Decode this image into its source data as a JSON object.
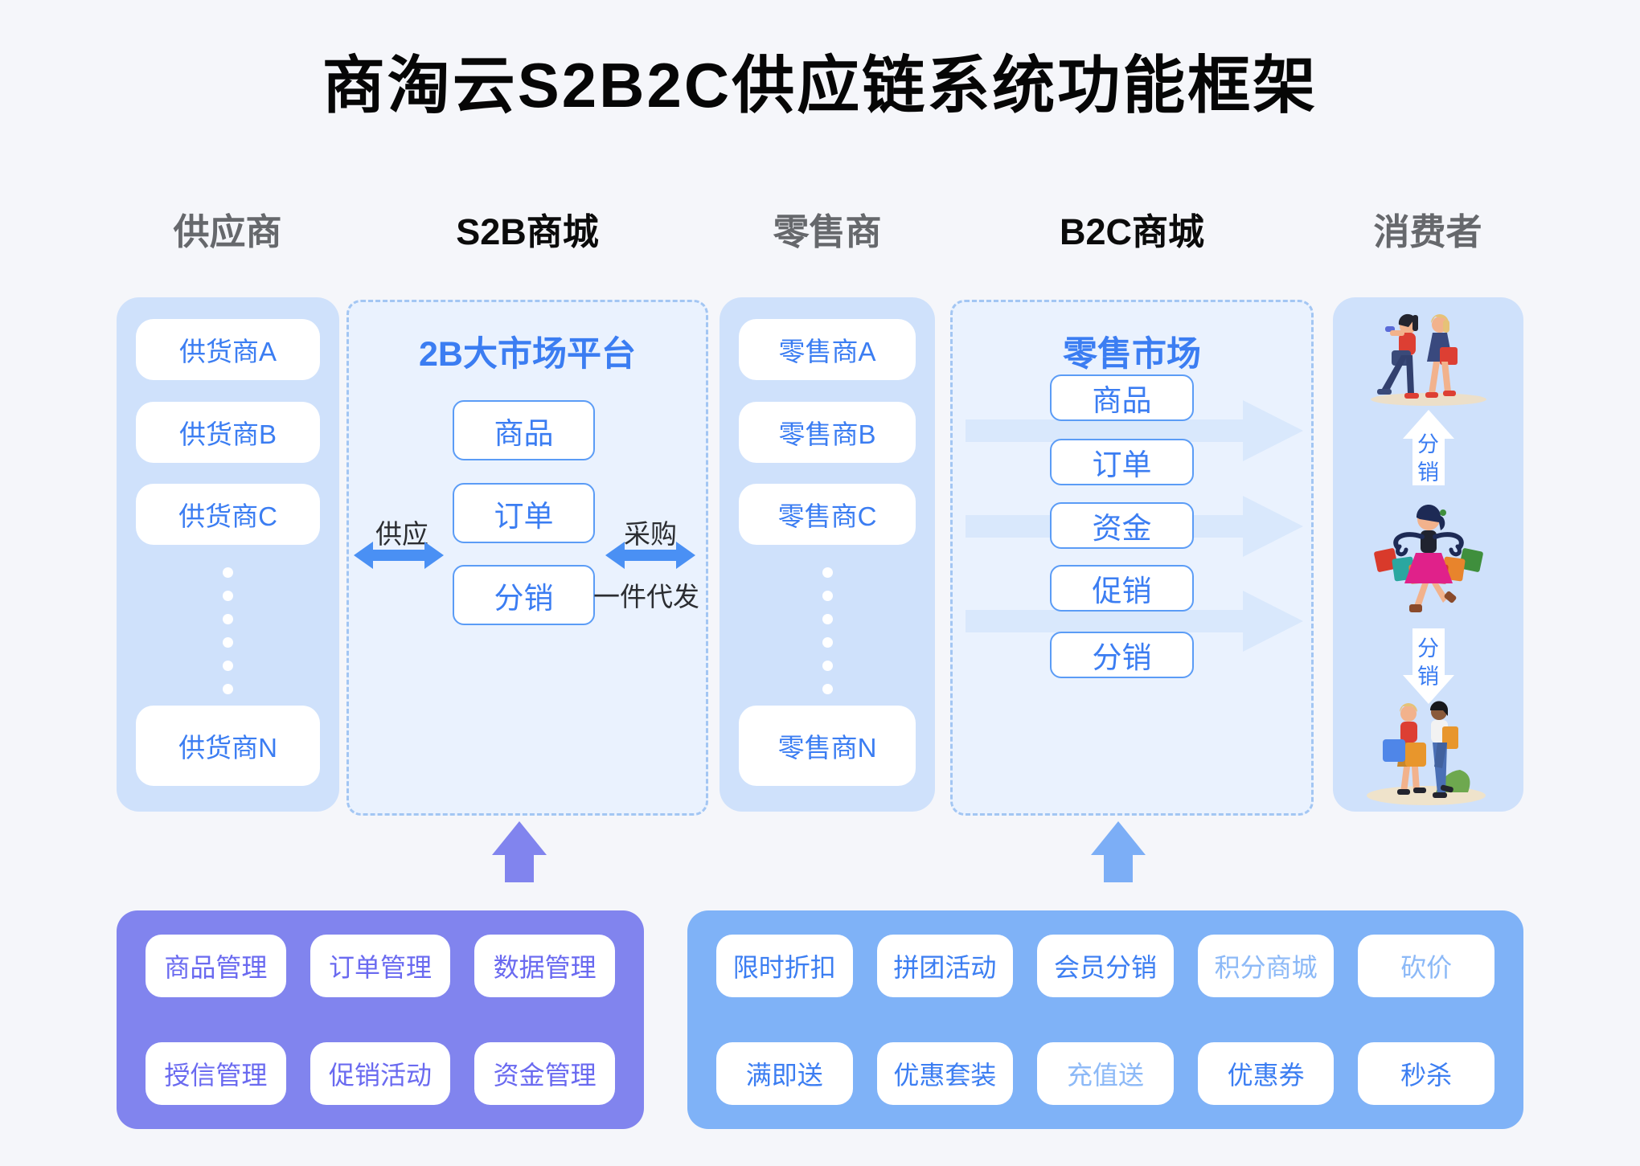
{
  "page": {
    "title": "商淘云S2B2C供应链系统功能框架",
    "background_color": "#f5f6fa"
  },
  "headers": [
    {
      "label": "供应商",
      "emphasis": false
    },
    {
      "label": "S2B商城",
      "emphasis": true
    },
    {
      "label": "零售商",
      "emphasis": false
    },
    {
      "label": "B2C商城",
      "emphasis": true
    },
    {
      "label": "消费者",
      "emphasis": false
    }
  ],
  "suppliers": {
    "items": [
      "供货商A",
      "供货商B",
      "供货商C"
    ],
    "ellipsis_dots": 6,
    "last_item": "供货商N"
  },
  "s2b_market": {
    "title": "2B大市场平台",
    "modules": [
      "商品",
      "订单",
      "分销"
    ],
    "supply_arrow_label": "供应",
    "purchase_arrow_label": "采购",
    "dropship_arrow_label": "一件代发"
  },
  "retailers": {
    "items": [
      "零售商A",
      "零售商B",
      "零售商C"
    ],
    "ellipsis_dots": 6,
    "last_item": "零售商N"
  },
  "retail_market": {
    "title": "零售市场",
    "modules": [
      "商品",
      "订单",
      "资金",
      "促销",
      "分销"
    ],
    "flow_arrow_count": 3
  },
  "consumers": {
    "distribution_up_label": "分销",
    "distribution_down_label": "分销",
    "illustrations": [
      "shoppers-walking-icon",
      "shopper-carrying-bags-icon",
      "shoppers-with-bags-icon"
    ]
  },
  "management_panel": {
    "items": [
      "商品管理",
      "订单管理",
      "数据管理",
      "授信管理",
      "促销活动",
      "资金管理"
    ],
    "background": "#8184ee",
    "text_color": "#6a6af0"
  },
  "promotion_panel": {
    "items": [
      {
        "label": "限时折扣",
        "muted": false
      },
      {
        "label": "拼团活动",
        "muted": false
      },
      {
        "label": "会员分销",
        "muted": false
      },
      {
        "label": "积分商城",
        "muted": true
      },
      {
        "label": "砍价",
        "muted": true
      },
      {
        "label": "满即送",
        "muted": false
      },
      {
        "label": "优惠套装",
        "muted": false
      },
      {
        "label": "充值送",
        "muted": true
      },
      {
        "label": "优惠券",
        "muted": false
      },
      {
        "label": "秒杀",
        "muted": false
      }
    ],
    "background": "#7fb2f7",
    "text_color": "#3c7ef2",
    "muted_text_color": "#8cb9f7"
  },
  "colors": {
    "supplier_panel": "#cfe1fb",
    "market_box_bg": "#eaf2fe",
    "market_box_border": "#a3c6f3",
    "accent_blue": "#3b7df2",
    "double_arrow": "#4a90f4",
    "flow_arrow": "#d9e8fc",
    "up_arrow_left": "#8184ee",
    "up_arrow_right": "#7caef6"
  }
}
